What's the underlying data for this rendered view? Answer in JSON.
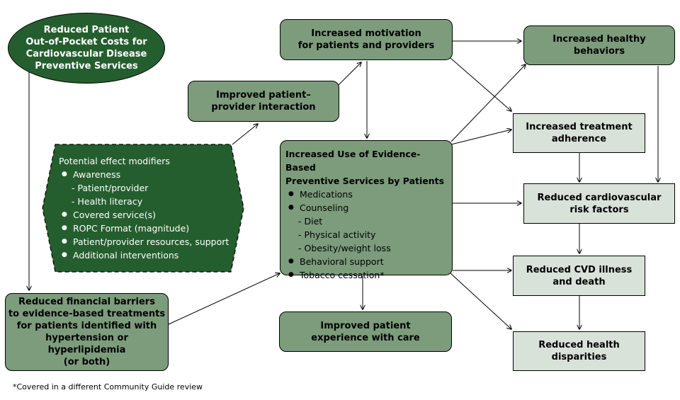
{
  "nodes": {
    "reduced_costs": "Reduced Patient\nOut-of-Pocket Costs for\nCardiovascular Disease\nPreventive Services",
    "increased_motivation": "Increased motivation\nfor patients and providers",
    "increased_healthy_behaviors": "Increased healthy\nbehaviors",
    "improved_interaction": "Improved patient–\nprovider interaction",
    "increased_adherence": "Increased treatment\nadherence",
    "reduced_risk_factors": "Reduced cardiovascular\nrisk factors",
    "reduced_cvd": "Reduced CVD illness\nand death",
    "reduced_disparities": "Reduced health\ndisparities",
    "improved_experience": "Improved patient\nexperience with care",
    "reduced_barriers": "Reduced financial barriers\nto evidence-based treatments\nfor patients identified with\nhypertension or hyperlipidemia\n(or both)"
  },
  "modifiers": {
    "title": "Potential effect modifiers",
    "items": [
      "Awareness",
      "- Patient/provider",
      "- Health literacy",
      "Covered service(s)",
      "ROPC Format (magnitude)",
      "Patient/provider resources, support",
      "Additional interventions"
    ]
  },
  "center": {
    "title_line1": "Increased Use of Evidence-Based",
    "title_line2": "Preventive Services by Patients",
    "items": [
      "Medications",
      "Counseling",
      "- Diet",
      "- Physical activity",
      "- Obesity/weight loss",
      "Behavioral support",
      "Tobacco cessation*"
    ]
  },
  "footnote": "*Covered in a different Community Guide review",
  "colors": {
    "dark_green": "#255e2e",
    "mid_green": "#7c9c7c",
    "pale_green": "#d9e2d9"
  }
}
